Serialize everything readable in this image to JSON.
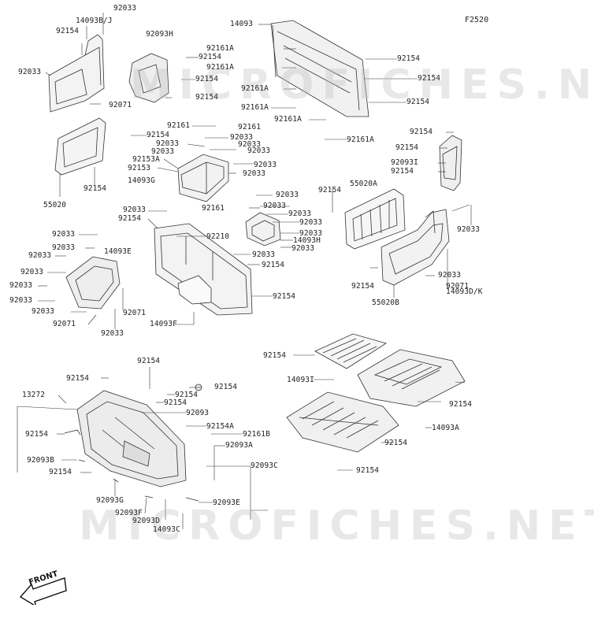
{
  "diagram": {
    "figure_code": "F2520",
    "watermark": "MICROFICHES.NET",
    "front_label": "FRONT",
    "labels": [
      {
        "id": "l1",
        "text": "92033"
      },
      {
        "id": "l2",
        "text": "14093B/J"
      },
      {
        "id": "l3",
        "text": "92154"
      },
      {
        "id": "l4",
        "text": "92033"
      },
      {
        "id": "l5",
        "text": "92071"
      },
      {
        "id": "l6",
        "text": "92093H"
      },
      {
        "id": "l7",
        "text": "92154"
      },
      {
        "id": "l8",
        "text": "92154"
      },
      {
        "id": "l9",
        "text": "92154"
      },
      {
        "id": "l10",
        "text": "14093"
      },
      {
        "id": "l11",
        "text": "92161A"
      },
      {
        "id": "l12",
        "text": "92161A"
      },
      {
        "id": "l13",
        "text": "92161A"
      },
      {
        "id": "l14",
        "text": "92161A"
      },
      {
        "id": "l15",
        "text": "92161A"
      },
      {
        "id": "l16",
        "text": "92161A"
      },
      {
        "id": "l17",
        "text": "92154"
      },
      {
        "id": "l18",
        "text": "92154"
      },
      {
        "id": "l19",
        "text": "92154"
      },
      {
        "id": "l20",
        "text": "92161"
      },
      {
        "id": "l21",
        "text": "92161"
      },
      {
        "id": "l22",
        "text": "92154"
      },
      {
        "id": "l23",
        "text": "92033"
      },
      {
        "id": "l24",
        "text": "92033"
      },
      {
        "id": "l25",
        "text": "92033"
      },
      {
        "id": "l26",
        "text": "92033"
      },
      {
        "id": "l27",
        "text": "92033"
      },
      {
        "id": "l28",
        "text": "92153A"
      },
      {
        "id": "l29",
        "text": "92153"
      },
      {
        "id": "l30",
        "text": "92033"
      },
      {
        "id": "l31",
        "text": "14093G"
      },
      {
        "id": "l32",
        "text": "92033"
      },
      {
        "id": "l33",
        "text": "92154"
      },
      {
        "id": "l34",
        "text": "55020"
      },
      {
        "id": "l35",
        "text": "92154"
      },
      {
        "id": "l36",
        "text": "92154"
      },
      {
        "id": "l37",
        "text": "92093I"
      },
      {
        "id": "l38",
        "text": "92154"
      },
      {
        "id": "l39",
        "text": "92154"
      },
      {
        "id": "l40",
        "text": "55020A"
      },
      {
        "id": "l41",
        "text": "92033"
      },
      {
        "id": "l42",
        "text": "92161"
      },
      {
        "id": "l43",
        "text": "92033"
      },
      {
        "id": "l44",
        "text": "92033"
      },
      {
        "id": "l45",
        "text": "92033"
      },
      {
        "id": "l46",
        "text": "92033"
      },
      {
        "id": "l47",
        "text": "14093H"
      },
      {
        "id": "l48",
        "text": "92033"
      },
      {
        "id": "l49",
        "text": "92033"
      },
      {
        "id": "l50",
        "text": "92154"
      },
      {
        "id": "l51",
        "text": "92033"
      },
      {
        "id": "l52",
        "text": "92154"
      },
      {
        "id": "l53",
        "text": "92033"
      },
      {
        "id": "l54",
        "text": "92210"
      },
      {
        "id": "l55",
        "text": "92033"
      },
      {
        "id": "l56",
        "text": "92033"
      },
      {
        "id": "l57",
        "text": "14093E"
      },
      {
        "id": "l58",
        "text": "92033"
      },
      {
        "id": "l59",
        "text": "92033"
      },
      {
        "id": "l60",
        "text": "92033"
      },
      {
        "id": "l61",
        "text": "92033"
      },
      {
        "id": "l62",
        "text": "92033"
      },
      {
        "id": "l63",
        "text": "92071"
      },
      {
        "id": "l64",
        "text": "92033"
      },
      {
        "id": "l65",
        "text": "92071"
      },
      {
        "id": "l66",
        "text": "14093F"
      },
      {
        "id": "l67",
        "text": "92154"
      },
      {
        "id": "l68",
        "text": "92033"
      },
      {
        "id": "l69",
        "text": "92154"
      },
      {
        "id": "l70",
        "text": "92071"
      },
      {
        "id": "l71",
        "text": "14093D/K"
      },
      {
        "id": "l72",
        "text": "55020B"
      },
      {
        "id": "l73",
        "text": "92154"
      },
      {
        "id": "l74",
        "text": "14093I"
      },
      {
        "id": "l75",
        "text": "92154"
      },
      {
        "id": "l76",
        "text": "14093A"
      },
      {
        "id": "l77",
        "text": "92154"
      },
      {
        "id": "l78",
        "text": "92154"
      },
      {
        "id": "l79",
        "text": "92154"
      },
      {
        "id": "l80",
        "text": "92154"
      },
      {
        "id": "l81",
        "text": "13272"
      },
      {
        "id": "l82",
        "text": "92154"
      },
      {
        "id": "l83",
        "text": "92154"
      },
      {
        "id": "l84",
        "text": "92154"
      },
      {
        "id": "l85",
        "text": "92093"
      },
      {
        "id": "l86",
        "text": "92154"
      },
      {
        "id": "l87",
        "text": "92154A"
      },
      {
        "id": "l88",
        "text": "92161B"
      },
      {
        "id": "l89",
        "text": "92093A"
      },
      {
        "id": "l90",
        "text": "92093B"
      },
      {
        "id": "l91",
        "text": "92154"
      },
      {
        "id": "l92",
        "text": "92093C"
      },
      {
        "id": "l93",
        "text": "92093G"
      },
      {
        "id": "l94",
        "text": "92093F"
      },
      {
        "id": "l95",
        "text": "92093D"
      },
      {
        "id": "l96",
        "text": "92093E"
      },
      {
        "id": "l97",
        "text": "14093C"
      }
    ]
  }
}
